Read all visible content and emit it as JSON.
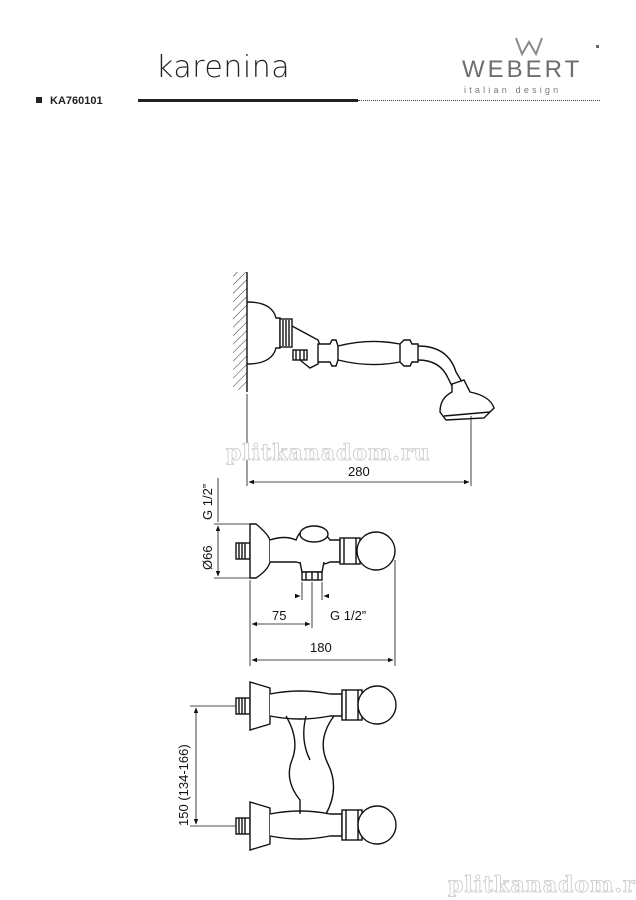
{
  "header": {
    "title": "karenina",
    "brand": "WEBERT",
    "brand_tagline": "italian design",
    "product_code": "KA760101"
  },
  "dimensions": {
    "shower_reach": "280",
    "inlet_thread_top": "G 1/2”",
    "rosette_diameter": "Ø66",
    "outlet_offset": "75",
    "outlet_thread": "G 1/2”",
    "body_length": "180",
    "inlet_spacing": "150 (134-166)"
  },
  "watermarks": [
    "plitkanadom.ru",
    "plitkanadom.ru"
  ]
}
